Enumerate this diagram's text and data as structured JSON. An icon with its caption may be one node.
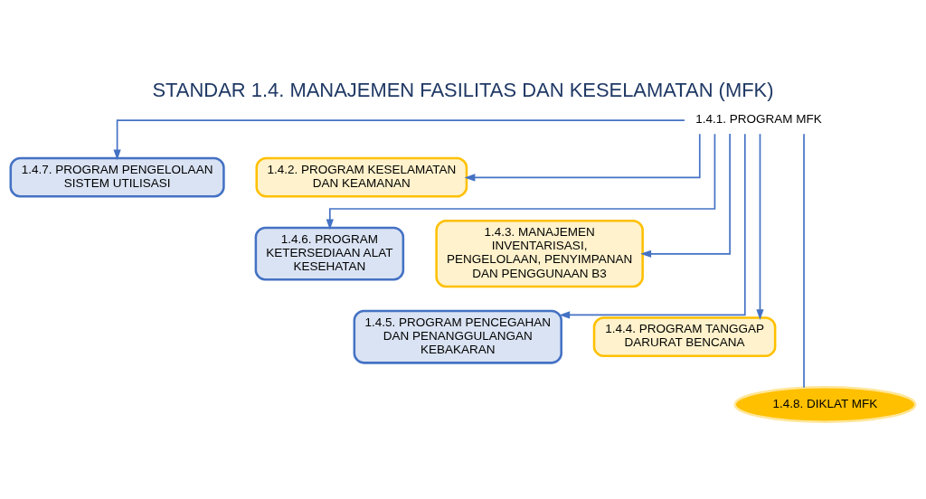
{
  "diagram": {
    "title": "STANDAR 1.4. MANAJEMEN FASILITAS DAN KESELAMATAN (MFK)",
    "nodes": [
      {
        "text": [
          "1.4.1. PROGRAM MFK"
        ]
      },
      {
        "text": [
          "1.4.7. PROGRAM PENGELOLAAN SISTEM UTILISASI"
        ]
      },
      {
        "text": [
          "1.4.2. PROGRAM KESELAMATAN DAN KEAMANAN"
        ]
      },
      {
        "text": [
          "1.4.6. PROGRAM KETERSEDIAAN ALAT KESEHATAN"
        ]
      },
      {
        "text": [
          "1.4.3. MANAJEMEN INVENTARISASI, PENGELOLAAN, PENYIMPANAN DAN PENGGUNAAN B3"
        ]
      },
      {
        "text": [
          "1.4.5. PROGRAM PENCEGAHAN DAN PENANGGULANGAN KEBAKARAN"
        ]
      },
      {
        "text": [
          "1.4.4. PROGRAM TANGGAP DARURAT BENCANA"
        ]
      },
      {
        "text": [
          "1.4.8. DIKLAT MFK"
        ]
      }
    ],
    "edges": [
      {
        "from": 0,
        "to": 1,
        "arrow": "to"
      },
      {
        "from": 0,
        "to": 2,
        "arrow": "to"
      },
      {
        "from": 0,
        "to": 3,
        "arrow": "to"
      },
      {
        "from": 0,
        "to": 4,
        "arrow": "to"
      },
      {
        "from": 0,
        "to": 5,
        "arrow": "to"
      },
      {
        "from": 0,
        "to": 6,
        "arrow": "to"
      },
      {
        "from": 0,
        "to": 7,
        "arrow": "none"
      }
    ]
  }
}
